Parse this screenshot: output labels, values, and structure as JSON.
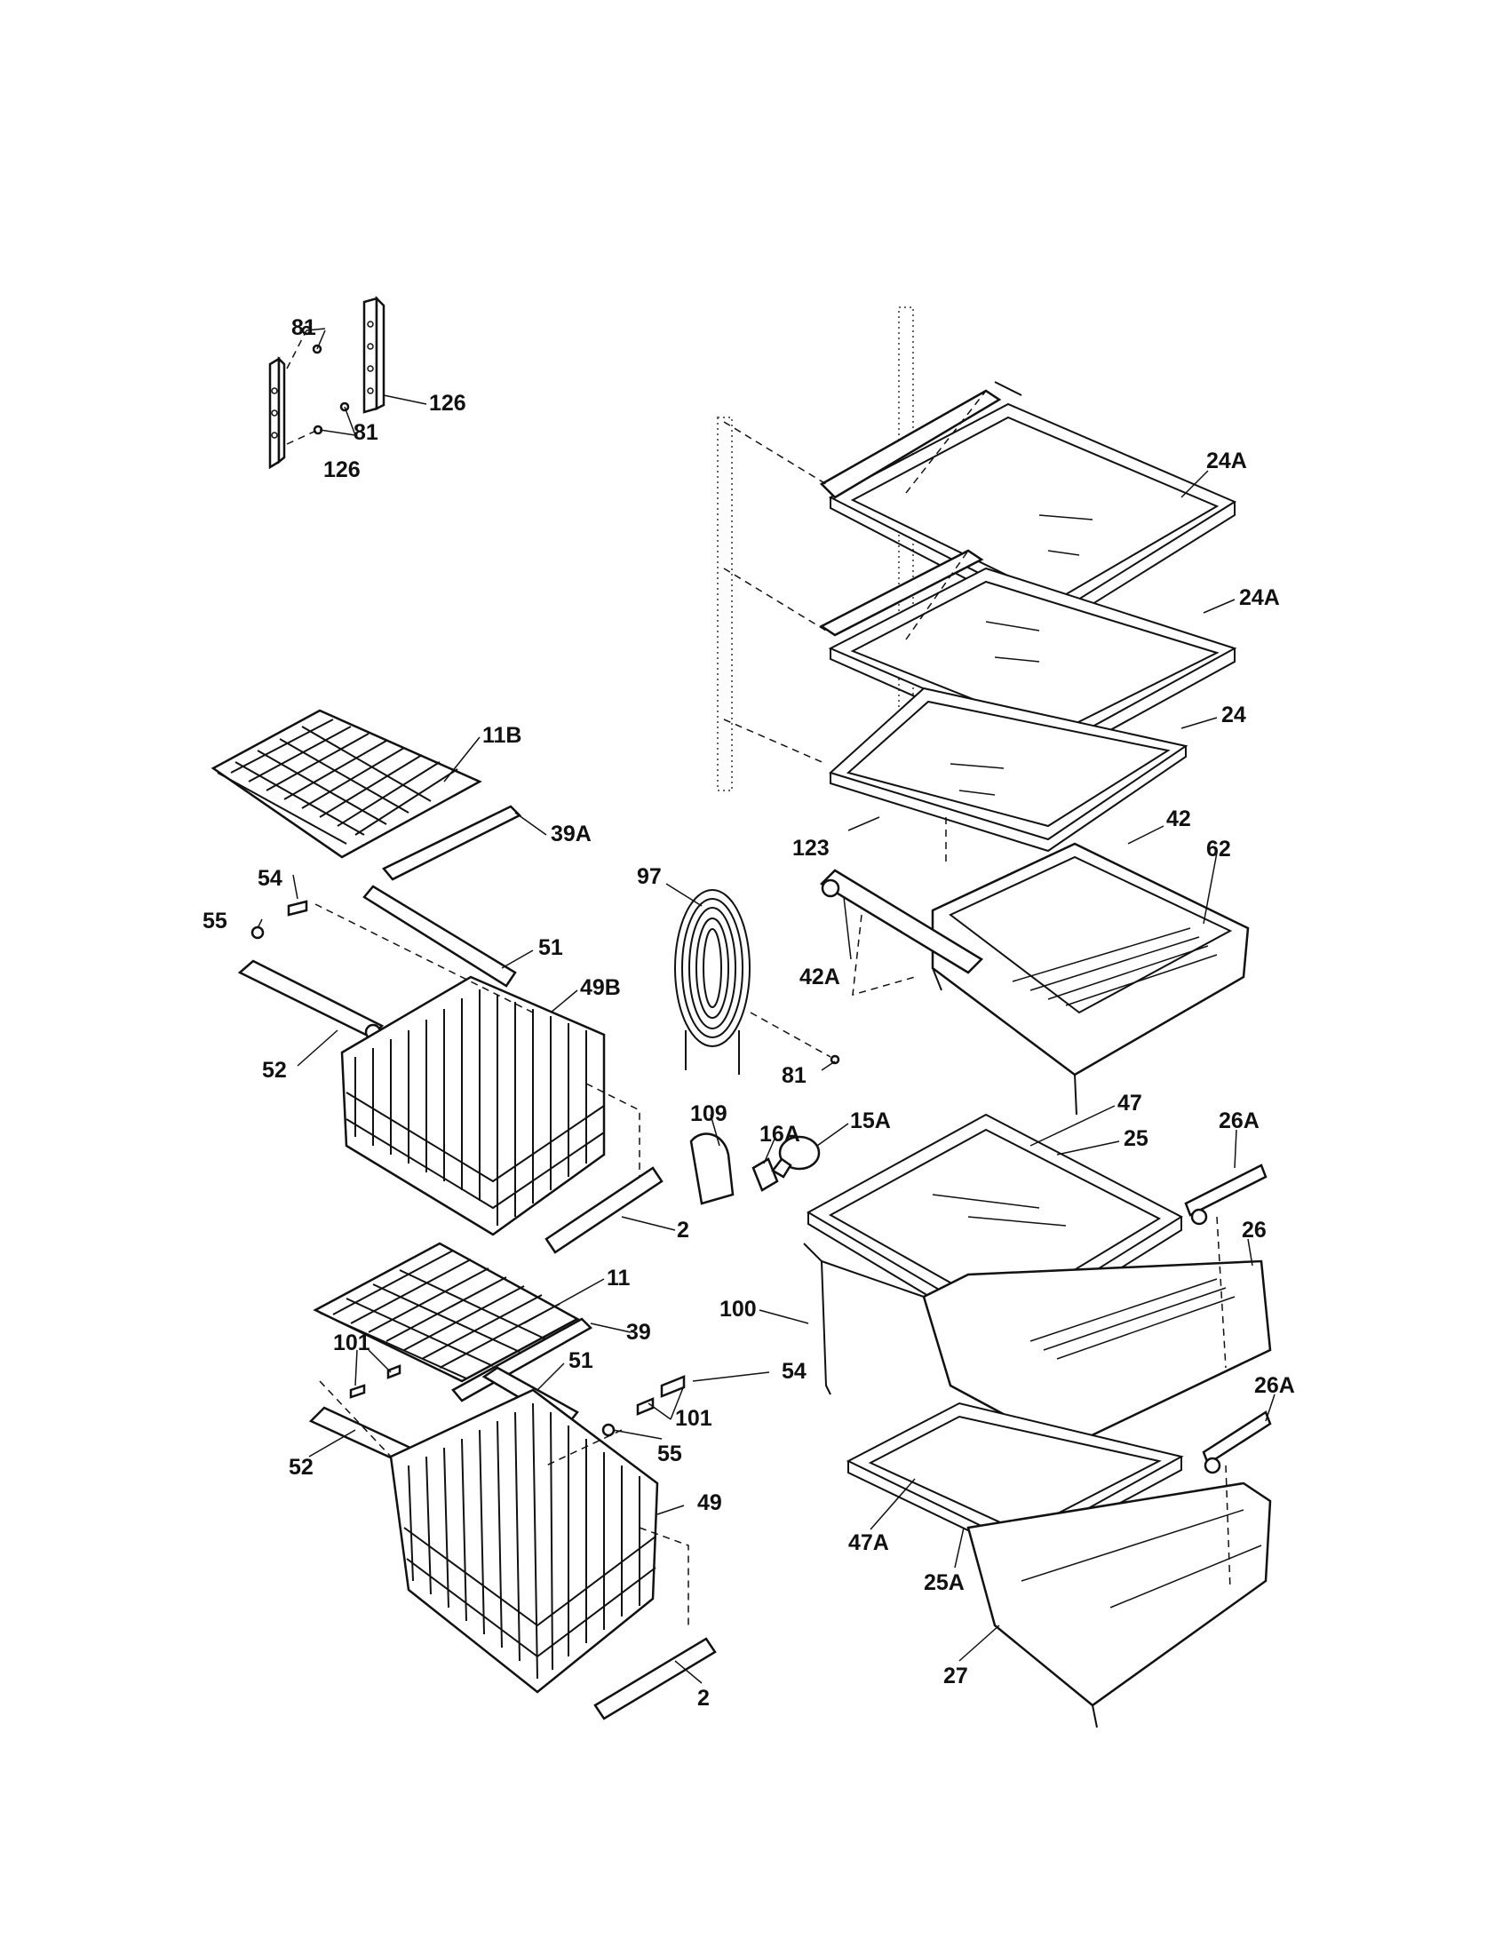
{
  "diagram": {
    "callouts": [
      {
        "id": "81_top",
        "text": "81"
      },
      {
        "id": "126_top",
        "text": "126"
      },
      {
        "id": "81_mid",
        "text": "81"
      },
      {
        "id": "126_low",
        "text": "126"
      },
      {
        "id": "24A_a",
        "text": "24A"
      },
      {
        "id": "24A_b",
        "text": "24A"
      },
      {
        "id": "24",
        "text": "24"
      },
      {
        "id": "11B",
        "text": "11B"
      },
      {
        "id": "39A",
        "text": "39A"
      },
      {
        "id": "123",
        "text": "123"
      },
      {
        "id": "42",
        "text": "42"
      },
      {
        "id": "62",
        "text": "62"
      },
      {
        "id": "97",
        "text": "97"
      },
      {
        "id": "54_a",
        "text": "54"
      },
      {
        "id": "55_a",
        "text": "55"
      },
      {
        "id": "51_a",
        "text": "51"
      },
      {
        "id": "42A",
        "text": "42A"
      },
      {
        "id": "49B",
        "text": "49B"
      },
      {
        "id": "52_a",
        "text": "52"
      },
      {
        "id": "81_low",
        "text": "81"
      },
      {
        "id": "47",
        "text": "47"
      },
      {
        "id": "109",
        "text": "109"
      },
      {
        "id": "16A",
        "text": "16A"
      },
      {
        "id": "15A",
        "text": "15A"
      },
      {
        "id": "25",
        "text": "25"
      },
      {
        "id": "26A_a",
        "text": "26A"
      },
      {
        "id": "2_a",
        "text": "2"
      },
      {
        "id": "26",
        "text": "26"
      },
      {
        "id": "11",
        "text": "11"
      },
      {
        "id": "100",
        "text": "100"
      },
      {
        "id": "39",
        "text": "39"
      },
      {
        "id": "101_a",
        "text": "101"
      },
      {
        "id": "51_b",
        "text": "51"
      },
      {
        "id": "54_b",
        "text": "54"
      },
      {
        "id": "101_b",
        "text": "101"
      },
      {
        "id": "26A_b",
        "text": "26A"
      },
      {
        "id": "55_b",
        "text": "55"
      },
      {
        "id": "52_b",
        "text": "52"
      },
      {
        "id": "49",
        "text": "49"
      },
      {
        "id": "47A",
        "text": "47A"
      },
      {
        "id": "25A",
        "text": "25A"
      },
      {
        "id": "27",
        "text": "27"
      },
      {
        "id": "2_b",
        "text": "2"
      }
    ]
  }
}
